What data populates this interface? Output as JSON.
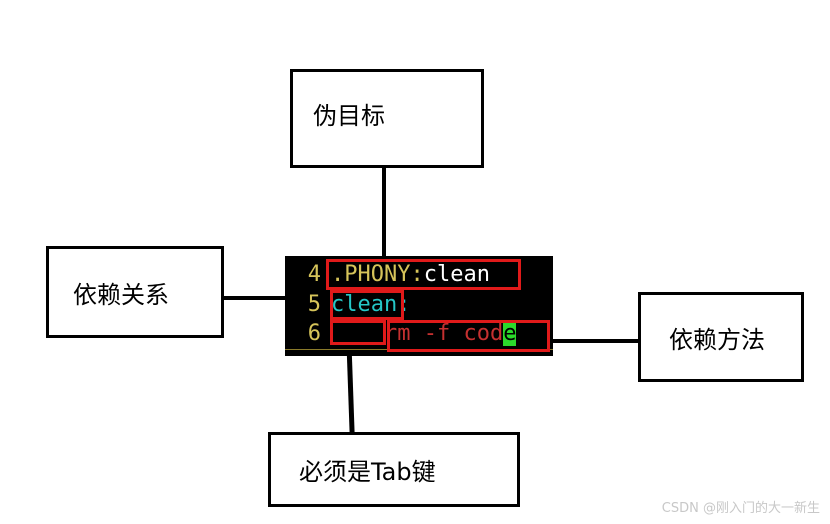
{
  "labels": {
    "phony_target": "伪目标",
    "dependency_relation": "依赖关系",
    "dependency_method": "依赖方法",
    "must_be_tab": "必须是Tab键"
  },
  "terminal": {
    "lines": [
      {
        "number": "4",
        "part1": ".PHONY:",
        "part2": "clean"
      },
      {
        "number": "5",
        "part1": "clean",
        "part2": ":"
      },
      {
        "number": "6",
        "indent": "    ",
        "command": "rm -f cod",
        "cursor_char": "e"
      }
    ]
  },
  "watermark": "CSDN @刚入门的大一新生",
  "colors": {
    "highlight": "#e01a1a",
    "keyword_yellow": "#d6c45a",
    "target_cyan": "#25c7c7",
    "command_red": "#c53030",
    "cursor_green": "#2bd92b"
  }
}
